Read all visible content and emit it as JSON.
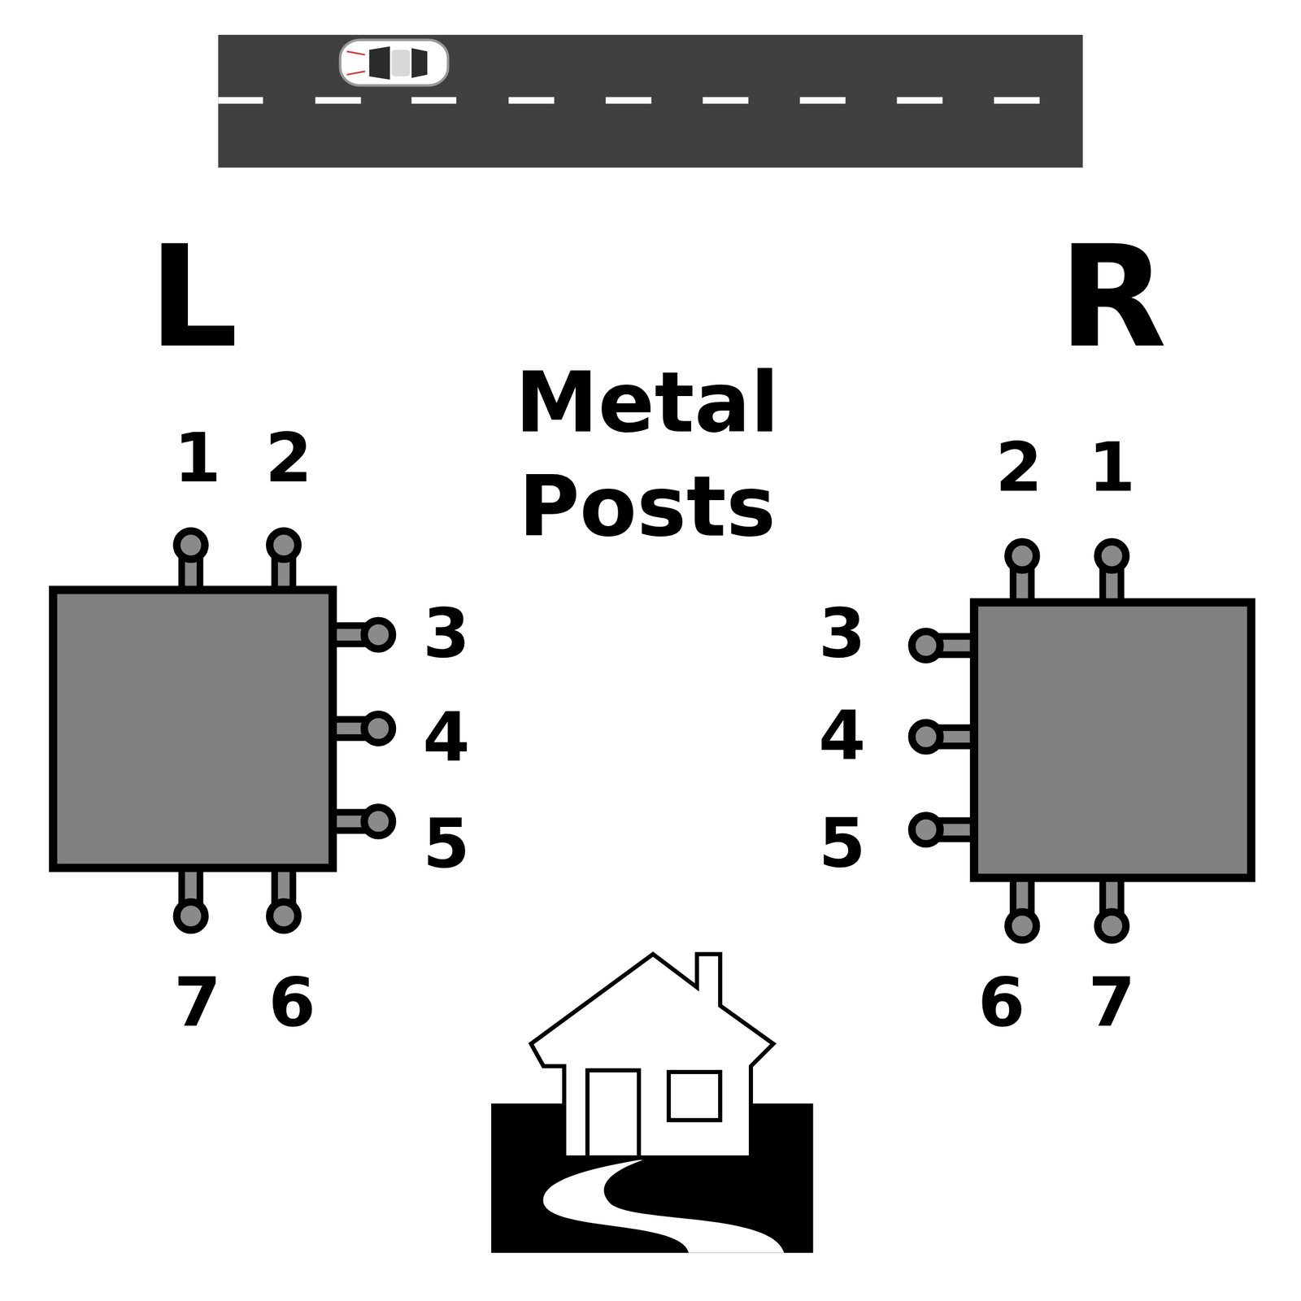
{
  "diagram": {
    "labels": [
      "L",
      "R",
      "Metal Posts",
      "1",
      "2",
      "3",
      "4",
      "5",
      "7",
      "6",
      "2",
      "1",
      "3",
      "4",
      "5",
      "6",
      "7"
    ]
  }
}
